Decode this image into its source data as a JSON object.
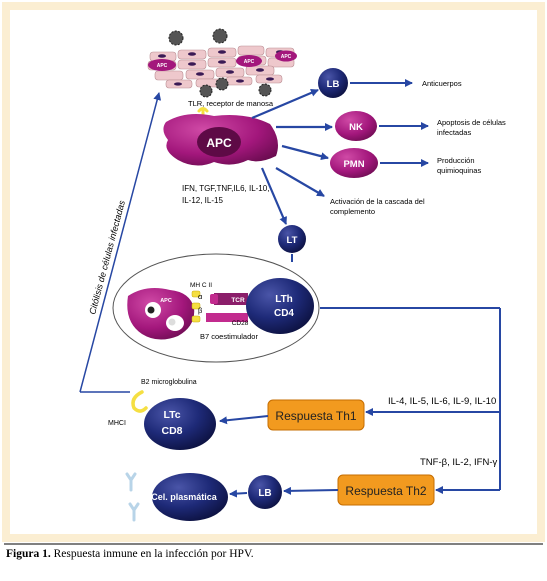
{
  "labels": {
    "apc_small": "APC",
    "tlr": "TLR, receptor de manosa",
    "apc_main": "APC",
    "lb_top": "LB",
    "anticuerpos": "Anticuerpos",
    "nk": "NK",
    "apoptosis_l1": "Apoptosis de células",
    "apoptosis_l2": "infectadas",
    "pmn": "PMN",
    "produccion_l1": "Producción",
    "produccion_l2": "quimioquinas",
    "cytokines_l1": "IFN, TGF,TNF,IL6, IL-10,",
    "cytokines_l2": "IL-12, IL-15",
    "complemento_l1": "Activación de la cascada del",
    "complemento_l2": "complemento",
    "lt": "LT",
    "citolisis": "Citólisis de células infectadas",
    "mhc2": "MH C II",
    "alpha": "α",
    "beta": "β",
    "apc_inner": "APC",
    "tcr": "TCR",
    "cd28": "CD28",
    "b7": "B7 coestimulador",
    "lth": "LTh",
    "cd4": "CD4",
    "b2": "B2 microglobulina",
    "mhc1": "MHCI",
    "ltc": "LTc",
    "cd8": "CD8",
    "th1": "Respuesta Th1",
    "th1_cytokines": "IL-4, IL-5, IL-6, IL-9, IL-10",
    "th2_cytokines": "TNF-β, IL-2, IFN-γ",
    "th2": "Respuesta Th2",
    "lb_bottom": "LB",
    "plasma": "Cel. plasmática"
  },
  "caption": {
    "prefix": "Figura 1.",
    "text": "Respuesta inmune en la infección por HPV."
  },
  "colors": {
    "frame_bg": "#fbeed2",
    "arrow_blue": "#2747a3",
    "apc_magenta": "#a3177c",
    "cell_navy": "#1b2369",
    "orange_box": "#f29a1f",
    "epithelium_pink": "#eec8cc",
    "yellow_receptor": "#f5df42"
  }
}
